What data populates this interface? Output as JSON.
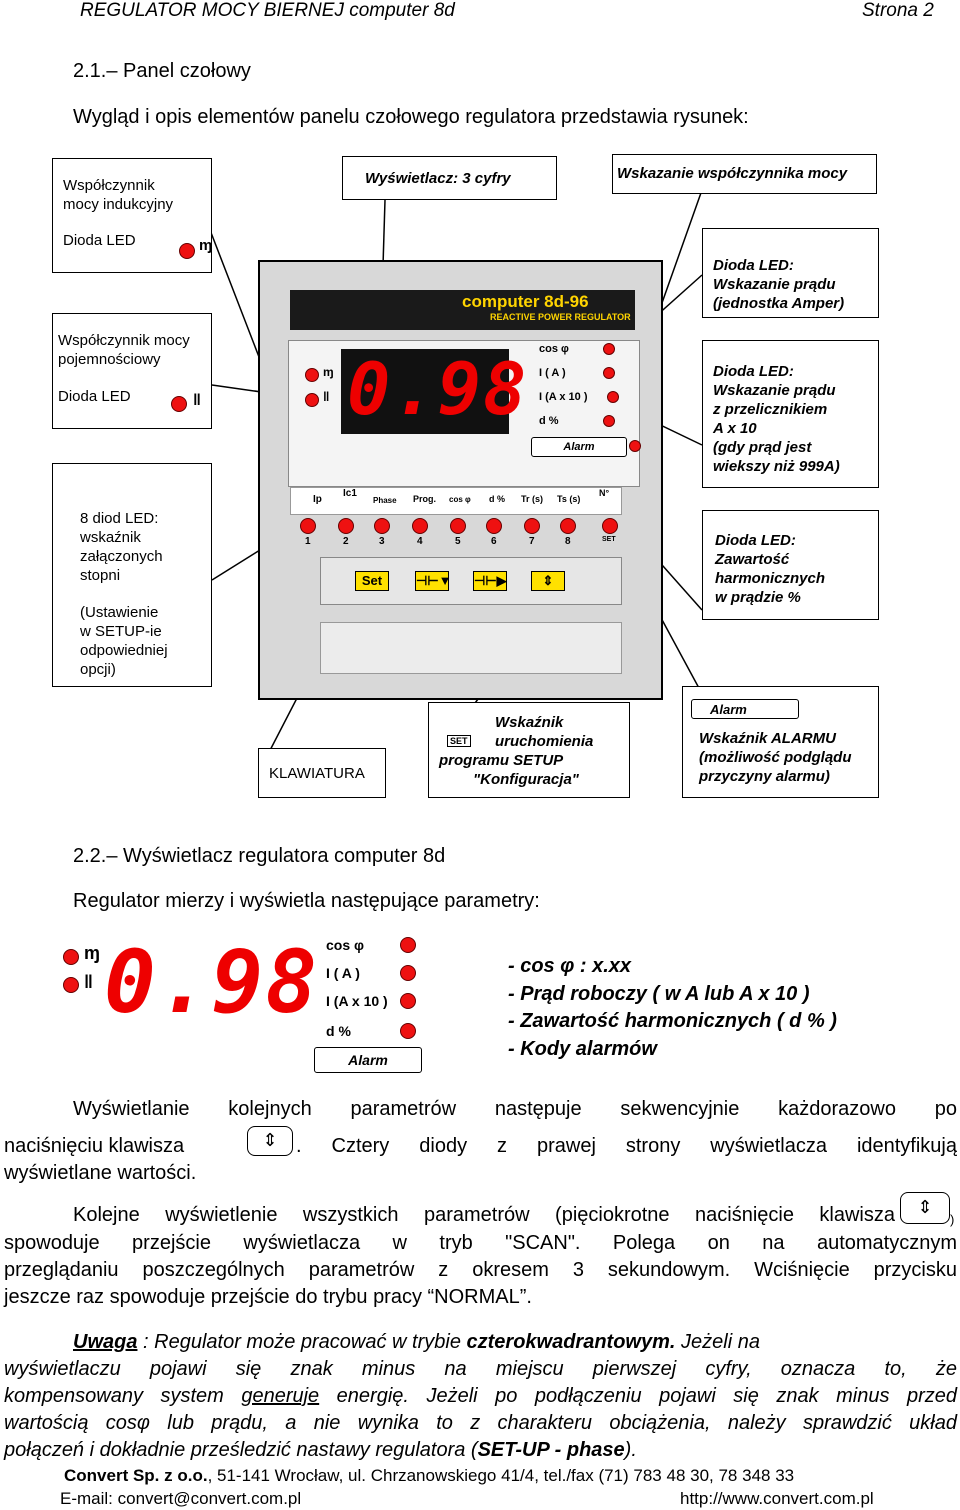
{
  "header": {
    "left": "REGULATOR MOCY BIERNEJ   computer  8d",
    "right": "Strona  2"
  },
  "section1": {
    "title": "2.1.– Panel czołowy",
    "intro": "Wygląd i opis elementów panelu czołowego regulatora przedstawia rysunek:"
  },
  "figure": {
    "box_inductive": {
      "line1": "Współczynnik",
      "line2": "mocy indukcyjny",
      "line3": "Dioda LED"
    },
    "box_display": "Wyświetlacz: 3 cyfry",
    "box_pf": "Wskazanie współczynnika mocy",
    "box_capacitive": {
      "line1": "Współczynnik mocy",
      "line2": "pojemnościowy",
      "line3": "Dioda LED"
    },
    "box_led_amp": [
      "Dioda LED:",
      "Wskazanie prądu",
      "(jednostka Amper)"
    ],
    "box_led_ax10": [
      "Dioda LED:",
      "Wskazanie prądu",
      "z przelicznikiem",
      "A x 10",
      "(gdy prąd jest",
      "wiekszy niż 999A)"
    ],
    "box_8led": [
      "8 diod LED:",
      "wskaźnik",
      "załączonych",
      "stopni",
      "",
      "(Ustawienie",
      "w SETUP-ie",
      "odpowiedniej",
      "opcji)"
    ],
    "box_harm": [
      "Dioda LED:",
      "Zawartość",
      "harmonicznych",
      "w prądzie %"
    ],
    "box_keyboard": "KLAWIATURA",
    "box_setup": {
      "badge": "SET",
      "lines": [
        "Wskaźnik",
        "uruchomienia",
        "programu SETUP",
        "\"Konfiguracja\""
      ]
    },
    "box_alarm": {
      "badge": "Alarm",
      "lines": [
        "Wskaźnik ALARMU",
        "(możliwość podglądu",
        "przyczyny alarmu)"
      ]
    },
    "device": {
      "brand": "computer 8d-96",
      "subtitle": "REACTIVE POWER REGULATOR",
      "display": "0.98",
      "right_labels": [
        "cos φ",
        "I ( A )",
        "I  (A x 10 )",
        "d %"
      ],
      "alarm": "Alarm",
      "step_labels": [
        "Ip",
        "Ic1",
        "Phase",
        "Prog.",
        "cos φ",
        "d %",
        "Tr (s)",
        "Ts (s)",
        "N°"
      ],
      "step_numbers": [
        "1",
        "2",
        "3",
        "4",
        "5",
        "6",
        "7",
        "8",
        "SET"
      ],
      "keys": [
        "Set",
        "⊣⊢▼",
        "⊣⊢▶",
        "⇕"
      ]
    }
  },
  "section2": {
    "title": "2.2.– Wyświetlacz regulatora computer 8d",
    "intro": "Regulator mierzy i wyświetla następujące parametry:",
    "display": "0.98",
    "labels": [
      "cos φ",
      "I ( A )",
      "I  (A x 10 )",
      "d %"
    ],
    "alarm": "Alarm",
    "params": [
      "- cos φ  : x.xx",
      "- Prąd roboczy ( w A lub A x 10 )",
      "- Zawartość harmonicznych ( d % )",
      "- Kody alarmów"
    ]
  },
  "para1": {
    "line1": "Wyświetlanie  kolejnych  parametrów  następuje  sekwencyjnie  każdorazowo  po",
    "line2a": "naciśnięciu  klawisza",
    "line2b": ".  Cztery  diody  z  prawej  strony  wyświetlacza  identyfikują",
    "line3": "wyświetlane wartości."
  },
  "para2": {
    "line1a": "Kolejne wyświetlenie wszystkich parametrów (pięciokrotne naciśnięcie klawisza",
    "line1b": ")",
    "line2": "spowoduje  przejście  wyświetlacza  w  tryb  \"SCAN\".  Polega  on  na  automatycznym",
    "line3": "przeglądaniu poszczególnych parametrów z okresem 3 sekundowym. Wciśnięcie przycisku",
    "line4": "jeszcze raz spowoduje przejście do trybu pracy “NORMAL”."
  },
  "note": {
    "label": "Uwaga",
    "lines": [
      " : Regulator  może  pracować  w  trybie  ",
      "czterokwadrantowym.",
      " Jeżeli  na",
      "wyświetlaczu  pojawi  się  znak  minus  na  miejscu  pierwszej  cyfry,  oznacza  to,  że",
      "kompensowany system ",
      "generuje",
      " energię. Jeżeli po podłączeniu pojawi się znak minus przed",
      "wartością cosφ lub prądu, a nie wynika to z charakteru obciążenia, należy sprawdzić układ",
      "połączeń i dokładnie prześledzić nastawy regulatora (",
      "SET-UP - phase",
      ")."
    ]
  },
  "footer": {
    "company": "Convert Sp. z o.o.",
    "address": ", 51-141 Wrocław, ul. Chrzanowskiego 41/4, tel./fax (71) 783 48 30, 78 348 33",
    "email": "E-mail: convert@convert.com.pl",
    "web": "http://www.convert.com.pl"
  }
}
